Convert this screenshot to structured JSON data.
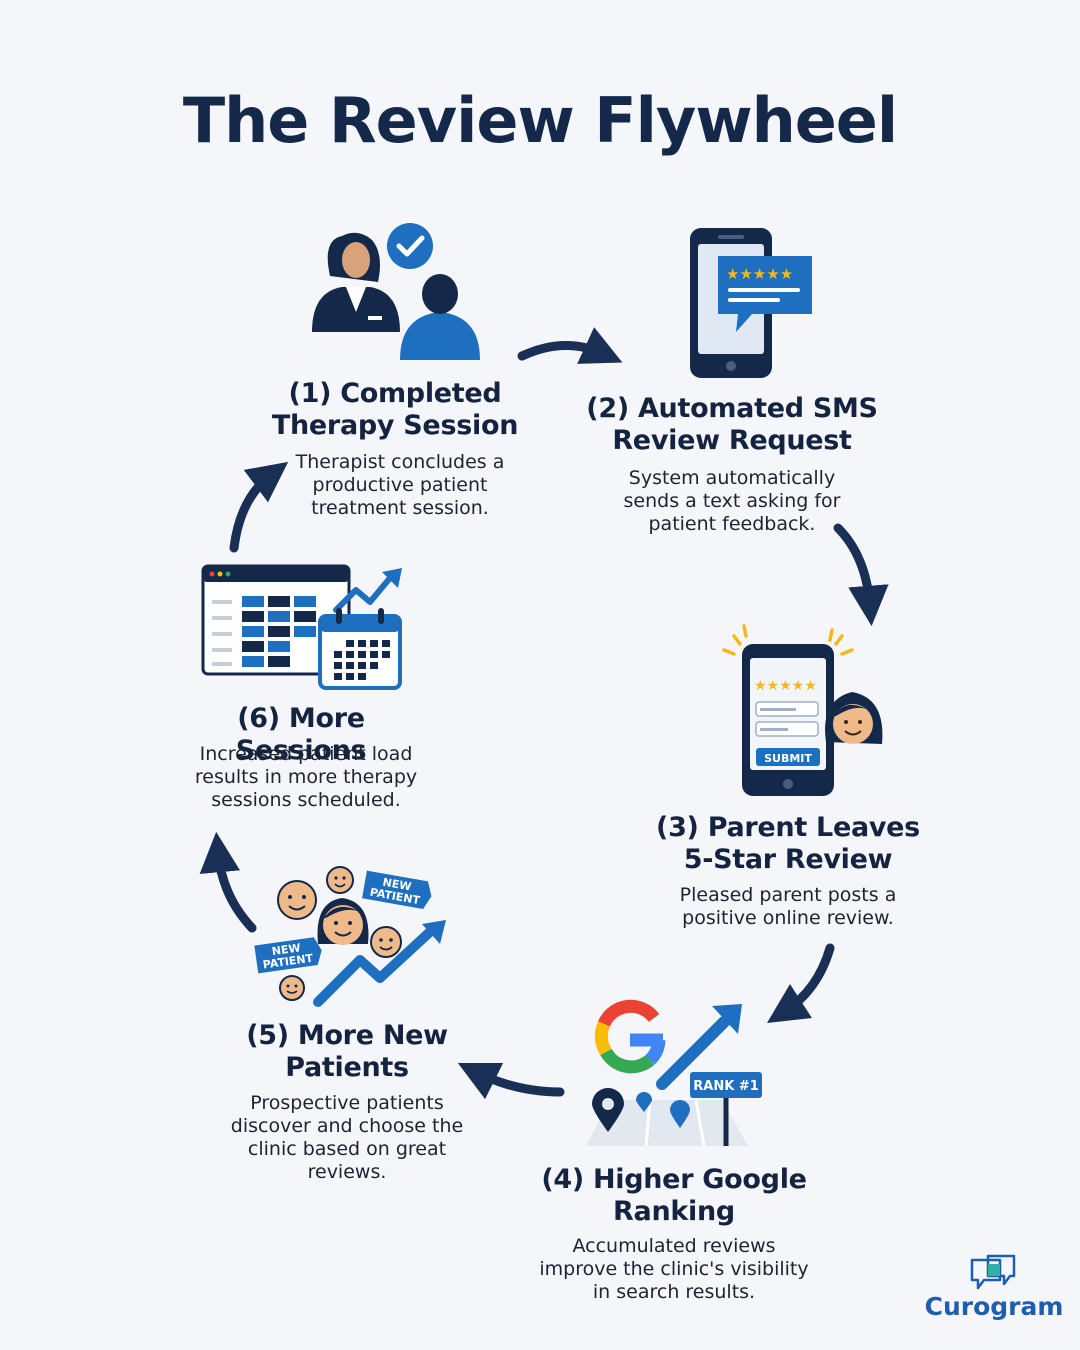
{
  "title": "The Review Flywheel",
  "steps": [
    {
      "title_lines": [
        "(1) Completed",
        "Therapy Session"
      ],
      "desc_lines": [
        "Therapist concludes a",
        "productive patient",
        "treatment session."
      ]
    },
    {
      "title_lines": [
        "(2) Automated SMS",
        "Review Request"
      ],
      "desc_lines": [
        "System automatically",
        "sends a text asking for",
        "patient feedback."
      ]
    },
    {
      "title_lines": [
        "(3) Parent Leaves",
        "5-Star Review"
      ],
      "desc_lines": [
        "Pleased parent posts a",
        "positive online review."
      ]
    },
    {
      "title_lines": [
        "(4) Higher Google",
        "Ranking"
      ],
      "desc_lines": [
        "Accumulated reviews",
        "improve the clinic's visibility",
        "in search results."
      ]
    },
    {
      "title_lines": [
        "(5) More New",
        "Patients"
      ],
      "desc_lines": [
        "Prospective patients",
        "discover and choose the",
        "clinic based on great",
        "reviews."
      ]
    },
    {
      "title_lines": [
        "(6) More Sessions"
      ],
      "desc_lines": [
        "Increased patient load",
        "results in more therapy",
        "sessions scheduled."
      ]
    }
  ],
  "labels": {
    "submit": "SUBMIT",
    "rank": "RANK #1",
    "new_patient_a": [
      "NEW",
      "PATIENT"
    ],
    "new_patient_b": [
      "NEW",
      "PATIENT"
    ]
  },
  "brand": {
    "name": "Curogram"
  },
  "colors": {
    "navy": "#14284a",
    "accent_blue": "#1e6fc0",
    "star_gold": "#f5b81c",
    "bg": "#f4f6f9"
  }
}
